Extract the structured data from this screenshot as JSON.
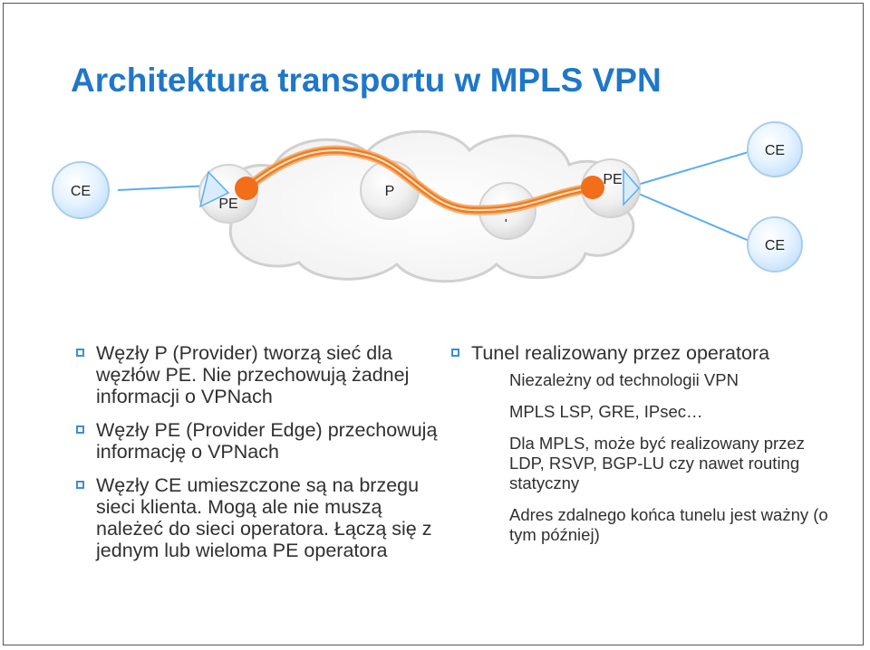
{
  "title": "Architektura transportu w MPLS VPN",
  "diagram": {
    "nodes": {
      "ce_left": "CE",
      "pe_left": "PE",
      "p_mid": "P",
      "p_right": "P",
      "pe_right": "PE",
      "ce_top_right": "CE",
      "ce_bottom_right": "CE"
    },
    "colors": {
      "accent": "#1f77c9",
      "tunnel": "#f07d1e",
      "endpoint": "#f36e1a",
      "node_blue": "#5aaef0"
    }
  },
  "left_bullets": [
    "Węzły P (Provider) tworzą sieć dla węzłów PE. Nie przechowują żadnej informacji o VPNach",
    "Węzły PE (Provider Edge) przechowują informację o VPNach",
    "Węzły CE umieszczone są na brzegu sieci klienta. Mogą ale nie muszą należeć do sieci operatora. Łączą się z jednym lub wieloma PE operatora"
  ],
  "right_bullet": "Tunel realizowany przez operatora",
  "right_subitems": [
    "Niezależny od technologii VPN",
    "MPLS LSP, GRE, IPsec…",
    "Dla MPLS, może być realizowany przez LDP, RSVP, BGP-LU czy nawet routing statyczny",
    "Adres zdalnego końca tunelu jest ważny (o tym później)"
  ]
}
